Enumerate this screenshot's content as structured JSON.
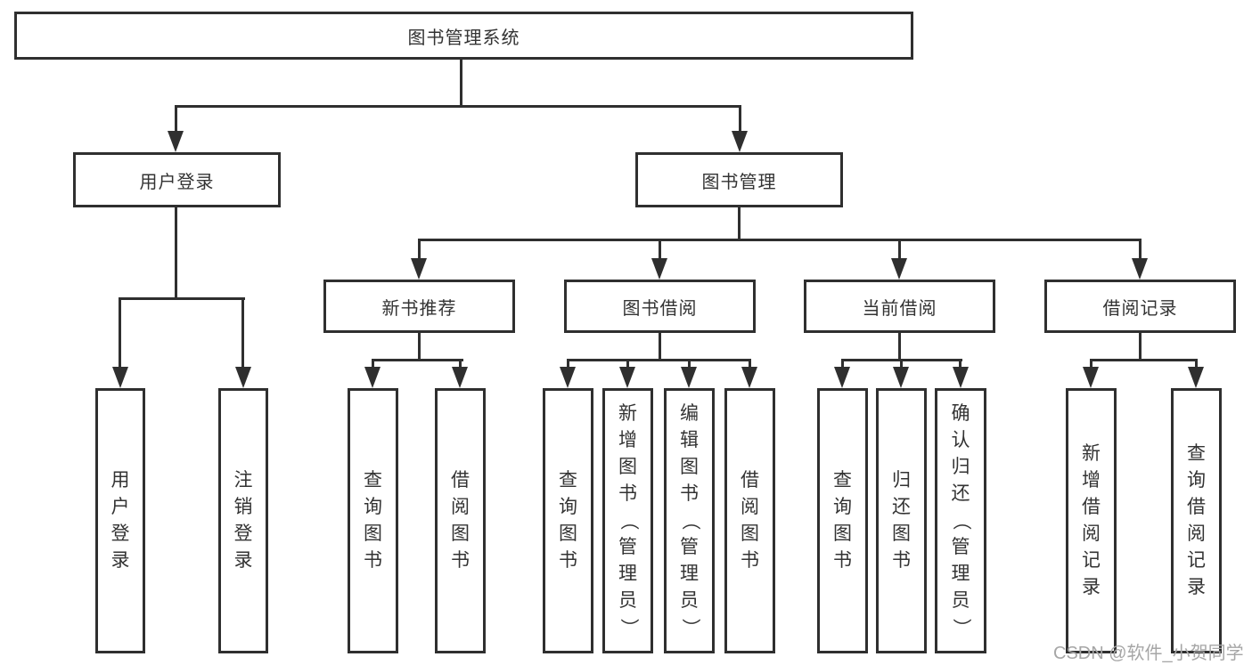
{
  "diagram": {
    "title": "图书管理系统",
    "level2": {
      "user_login": "用户登录",
      "book_mgmt": "图书管理"
    },
    "level3": {
      "new_book": "新书推荐",
      "borrow": "图书借阅",
      "current": "当前借阅",
      "records": "借阅记录"
    },
    "leaves": {
      "user_login": "用户登录",
      "logout": "注销登录",
      "rec_query": "查询图书",
      "rec_borrow": "借阅图书",
      "bor_query": "查询图书",
      "bor_add": "新增图书（管理员）",
      "bor_edit": "编辑图书（管理员）",
      "bor_borrow": "借阅图书",
      "cur_query": "查询图书",
      "cur_return": "归还图书",
      "cur_confirm": "确认归还（管理员）",
      "rec_add": "新增借阅记录",
      "rec_query2": "查询借阅记录"
    },
    "watermark": "CSDN @软件_小贺同学",
    "colors": {
      "line": "#2f2f2f",
      "text": "#333333",
      "watermark": "#a6a6a6"
    }
  }
}
